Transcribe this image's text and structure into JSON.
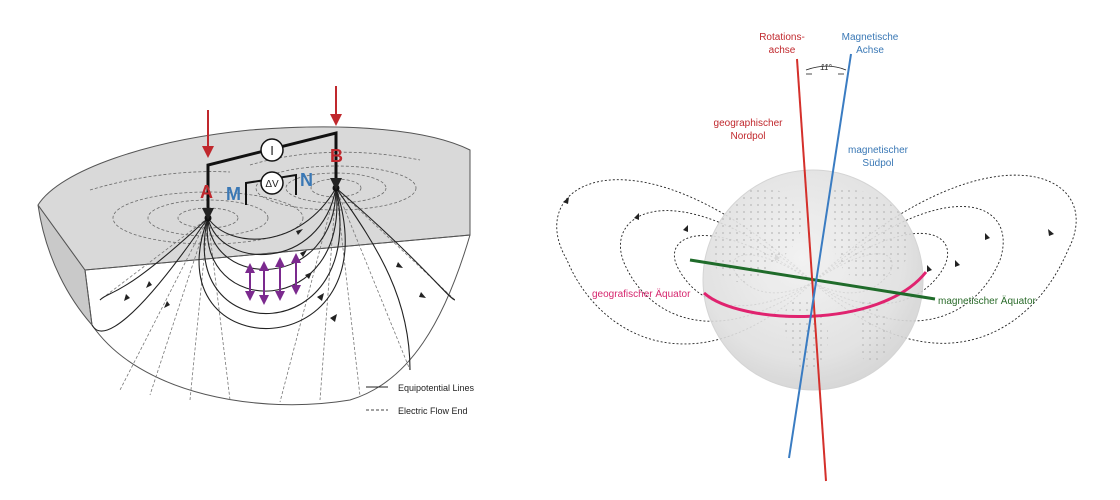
{
  "left_diagram": {
    "electrode_a": "A",
    "electrode_b": "B",
    "electrode_m": "M",
    "electrode_n": "N",
    "current_symbol": "I",
    "voltage_symbol": "ΔV",
    "legend": {
      "equipotential": "Equipotential Lines",
      "flow": "Electric Flow End"
    },
    "colors": {
      "current_electrodes": "#c0282d",
      "potential_electrodes": "#3a78b5",
      "field_arrows": "#7b2a8e"
    }
  },
  "right_diagram": {
    "rotation_axis_line1": "Rotations-",
    "rotation_axis_line2": "achse",
    "magnetic_axis_line1": "Magnetische",
    "magnetic_axis_line2": "Achse",
    "angle": "11°",
    "geo_north_line1": "geographischer",
    "geo_north_line2": "Nordpol",
    "mag_south_line1": "magnetischer",
    "mag_south_line2": "Südpol",
    "geo_equator": "geografischer Äquator",
    "mag_equator": "magnetischer Äquator",
    "colors": {
      "rotation_axis": "#d4302b",
      "magnetic_axis": "#3a7cc2",
      "geo_equator": "#e0236f",
      "mag_equator": "#1f6b2a"
    }
  }
}
